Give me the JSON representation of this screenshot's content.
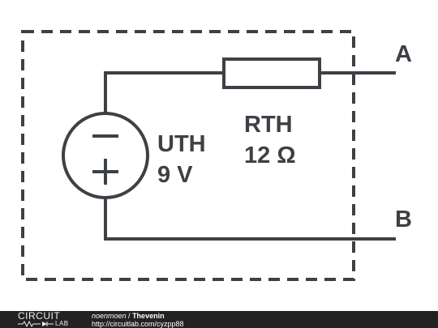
{
  "diagram": {
    "source_label": "UTH",
    "source_value": "9 V",
    "resistor_label": "RTH",
    "resistor_value": "12 Ω",
    "terminal_a": "A",
    "terminal_b": "B",
    "minus_sign": "−",
    "plus_sign": "+"
  },
  "colors": {
    "stroke": "#3d4145",
    "footer_bg": "#222222",
    "footer_text": "#ffffff"
  },
  "footer": {
    "logo_top": "CIRCUIT",
    "logo_bottom": "LAB",
    "author": "noenmoen",
    "separator": " / ",
    "title": "Thevenin",
    "url": "http://circuitlab.com/cyzpp88"
  }
}
